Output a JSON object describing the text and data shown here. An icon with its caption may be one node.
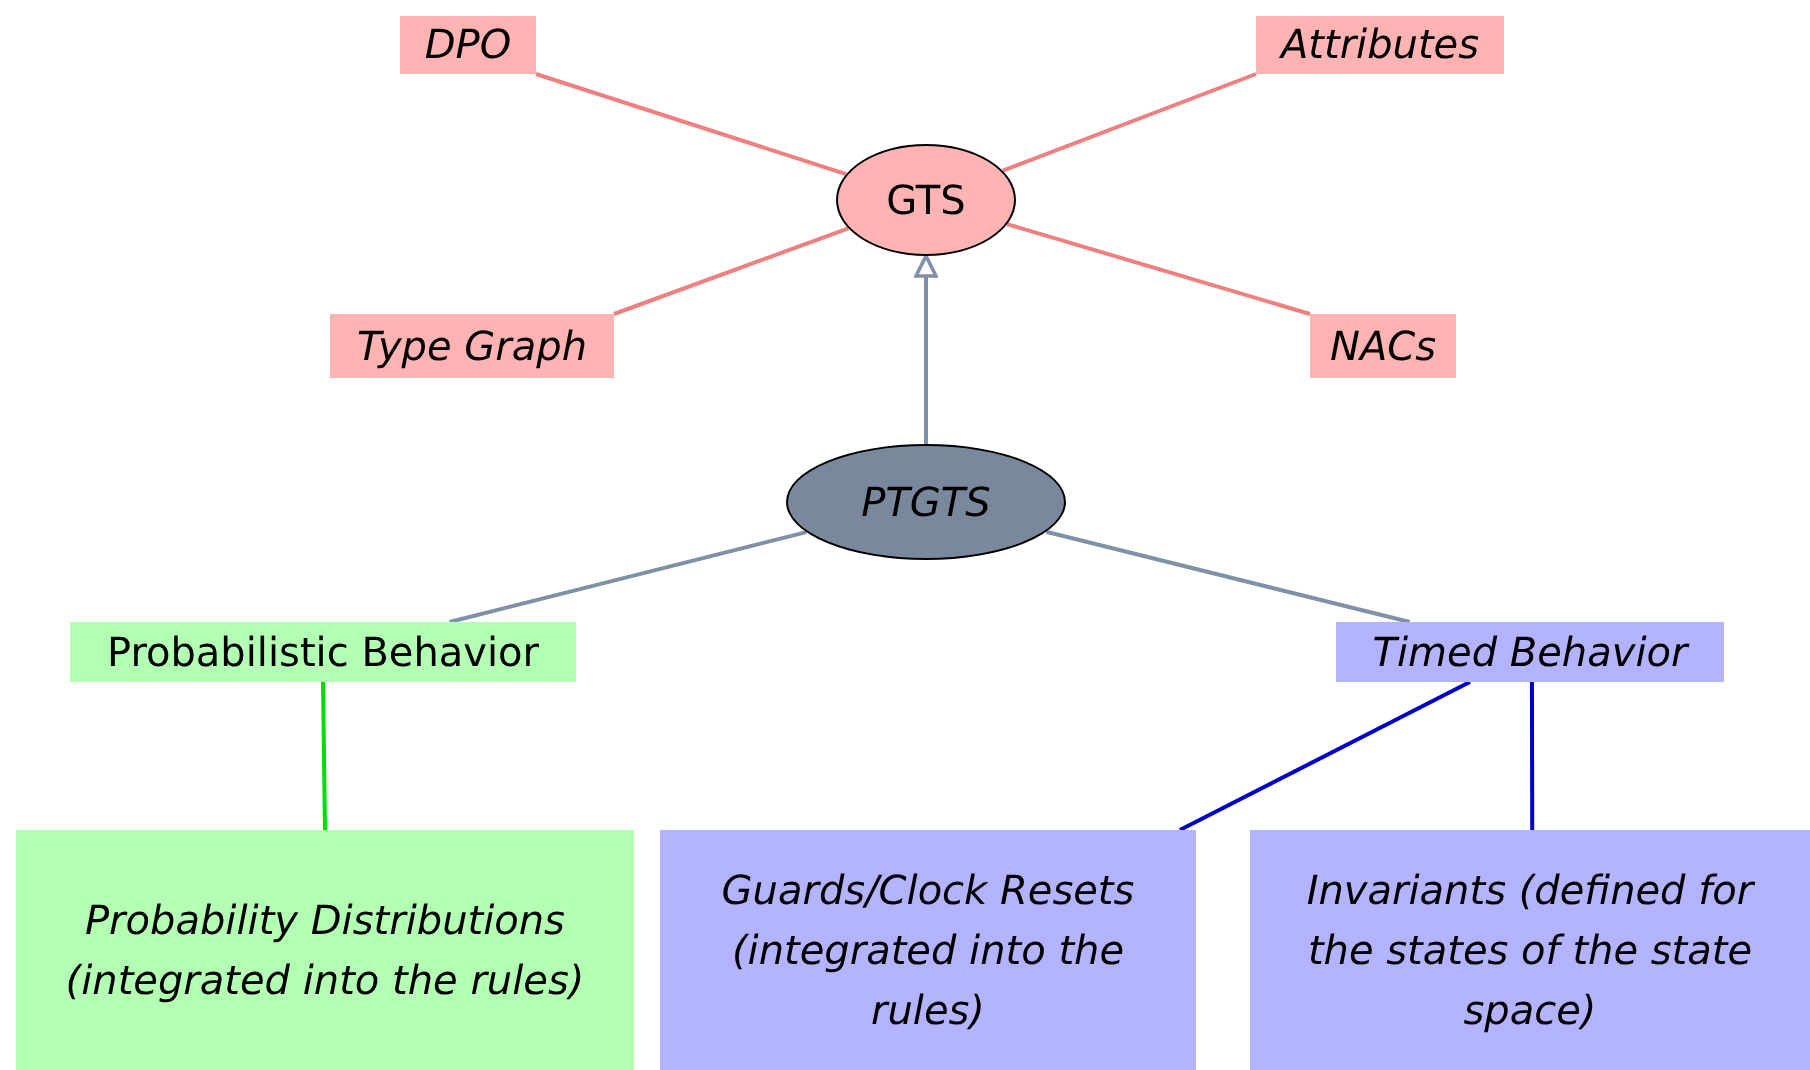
{
  "diagram": {
    "nodes": [
      {
        "text": [
          "GTS"
        ]
      },
      {
        "text": [
          "DPO"
        ]
      },
      {
        "text": [
          "Attributes"
        ]
      },
      {
        "text": [
          "Type Graph"
        ]
      },
      {
        "text": [
          "NACs"
        ]
      },
      {
        "text": [
          "PTGTS"
        ]
      },
      {
        "text": [
          "Probabilistic Behavior"
        ]
      },
      {
        "text": [
          "Timed Behavior"
        ]
      },
      {
        "text": [
          "Probability Distributions (integrated into the rules)"
        ]
      },
      {
        "text": [
          "Guards/Clock Resets (integrated into the rules)"
        ]
      },
      {
        "text": [
          "Invariants (defined for the states of the state space)"
        ]
      }
    ],
    "edges": [
      {
        "from": 1,
        "to": 0,
        "arrow": "none"
      },
      {
        "from": 2,
        "to": 0,
        "arrow": "none"
      },
      {
        "from": 3,
        "to": 0,
        "arrow": "none"
      },
      {
        "from": 4,
        "to": 0,
        "arrow": "none"
      },
      {
        "from": 5,
        "to": 0,
        "arrow": "to",
        "color": "#8090a8"
      },
      {
        "from": 5,
        "to": 6,
        "arrow": "none",
        "color": "#8090a8"
      },
      {
        "from": 5,
        "to": 7,
        "arrow": "none",
        "color": "#8090a8"
      },
      {
        "from": 6,
        "to": 8,
        "arrow": "none",
        "color": "#00dd00"
      },
      {
        "from": 7,
        "to": 9,
        "arrow": "none",
        "color": "#0000cc"
      },
      {
        "from": 7,
        "to": 10,
        "arrow": "none",
        "color": "#0000cc"
      }
    ]
  }
}
